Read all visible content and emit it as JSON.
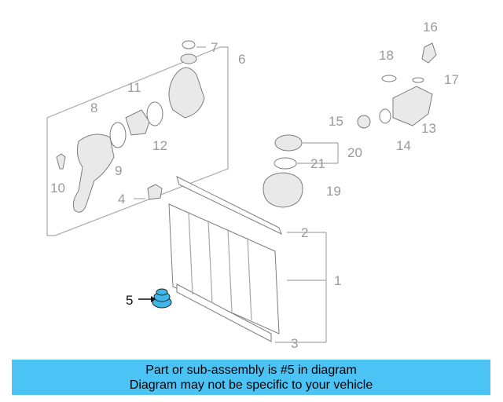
{
  "diagram": {
    "callouts": [
      "1",
      "2",
      "3",
      "4",
      "5",
      "6",
      "7",
      "8",
      "9",
      "10",
      "11",
      "12",
      "13",
      "14",
      "15",
      "16",
      "17",
      "18",
      "19",
      "20",
      "21"
    ],
    "highlighted_part": "5",
    "highlight_color": "#3fb6e8"
  },
  "banner": {
    "line1": "Part or sub-assembly is #5 in diagram",
    "line2": "Diagram may not be specific to your vehicle",
    "background": "#4cc3f5"
  }
}
